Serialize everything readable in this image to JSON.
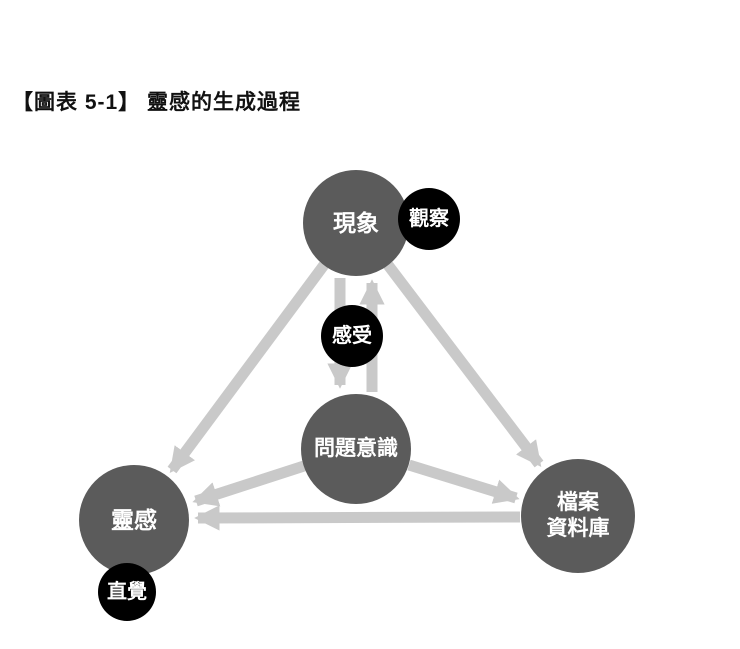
{
  "title": "【圖表 5-1】 靈感的生成過程",
  "nodes": {
    "phenomenon": {
      "label": "現象"
    },
    "observation": {
      "label": "觀察"
    },
    "feeling": {
      "label": "感受"
    },
    "problem_awareness": {
      "label": "問題意識"
    },
    "inspiration": {
      "label": "靈感"
    },
    "intuition": {
      "label": "直覺"
    },
    "archive": {
      "line1": "檔案",
      "line2": "資料庫"
    }
  },
  "edges": [
    {
      "from": "現象",
      "to": "靈感"
    },
    {
      "from": "現象",
      "to": "檔案資料庫"
    },
    {
      "from": "現象",
      "to": "問題意識",
      "via": "感受"
    },
    {
      "from": "問題意識",
      "to": "現象",
      "via": "感受"
    },
    {
      "from": "問題意識",
      "to": "靈感"
    },
    {
      "from": "問題意識",
      "to": "檔案資料庫"
    },
    {
      "from": "檔案資料庫",
      "to": "靈感"
    }
  ],
  "colors": {
    "node_gray": "#5b5b5b",
    "node_black": "#000000",
    "arrow": "#c9c9c9",
    "label_text": "#ffffff",
    "title_text": "#111111",
    "background": "#ffffff"
  }
}
